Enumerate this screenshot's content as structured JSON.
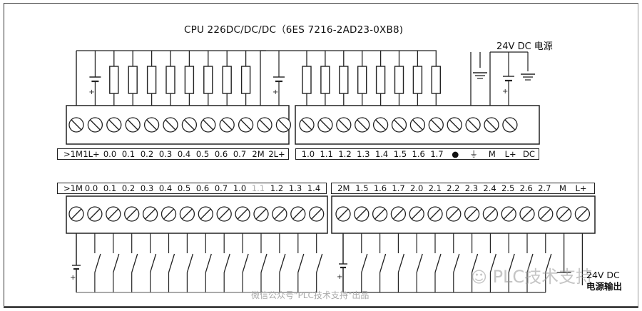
{
  "title": "CPU 226DC/DC/DC（6ES 7216-2AD23-0XB8)",
  "power_supply_label": "24V DC 电源",
  "output_power_label_line1": "24V DC",
  "output_power_label_line2": "电源输出",
  "watermark_logo": "PLC技术支持",
  "watermark_footer": "微信公众号\"PLC技术支持\"出品",
  "top_left_block": {
    "terminal_count": 12,
    "labels": [
      ">1M",
      "1L+",
      "0.0",
      "0.1",
      "0.2",
      "0.3",
      "0.4",
      "0.5",
      "0.6",
      "0.7",
      "2M",
      "2L+"
    ],
    "load_count": 8
  },
  "top_right_block": {
    "terminal_count": 12,
    "labels": [
      "1.0",
      "1.1",
      "1.2",
      "1.3",
      "1.4",
      "1.5",
      "1.6",
      "1.7",
      "●",
      "⏚",
      "M",
      "L+",
      "DC"
    ],
    "load_count": 8
  },
  "bottom_left_block": {
    "terminal_count": 14,
    "labels": [
      ">1M",
      "0.0",
      "0.1",
      "0.2",
      "0.3",
      "0.4",
      "0.5",
      "0.6",
      "0.7",
      "1.0",
      "1.1",
      "1.2",
      "1.3",
      "1.4"
    ],
    "switch_count": 13
  },
  "bottom_right_block": {
    "terminal_count": 14,
    "labels": [
      "2M",
      "1.5",
      "1.6",
      "1.7",
      "2.0",
      "2.1",
      "2.2",
      "2.3",
      "2.4",
      "2.5",
      "2.6",
      "2.7",
      "M",
      "L+"
    ],
    "switch_count": 11
  }
}
